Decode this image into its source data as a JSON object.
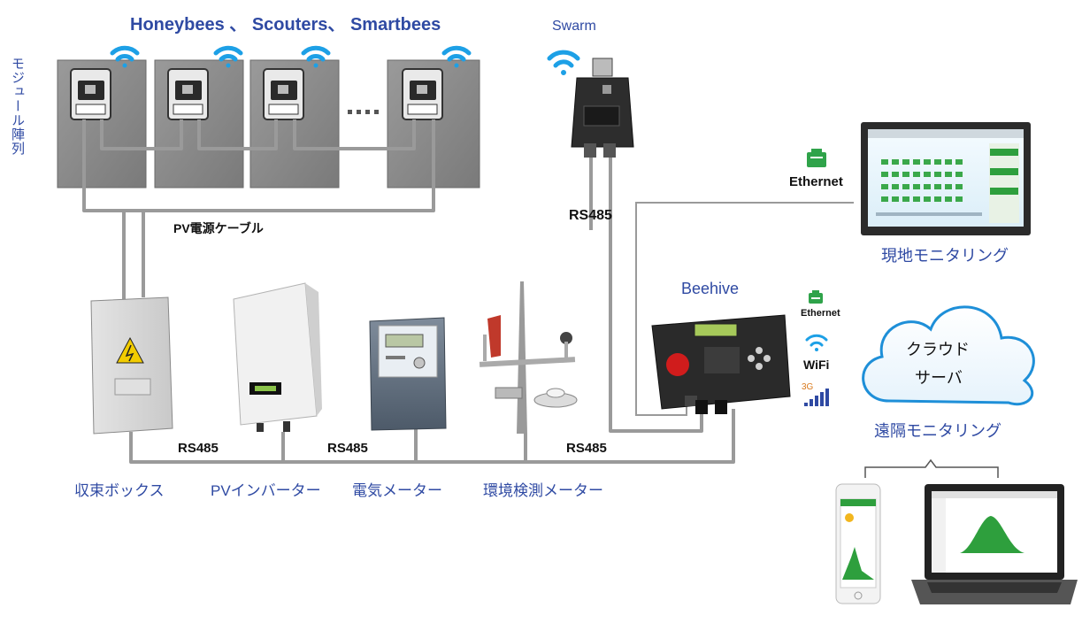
{
  "labels": {
    "module_types": "Honeybees 、 Scouters、 Smartbees",
    "array": "モジュール陣列",
    "pv_cable": "PV電源ケーブル",
    "swarm": "Swarm",
    "rs485_swarm": "RS485",
    "ethernet_main": "Ethernet",
    "local_monitoring": "現地モニタリング",
    "beehive": "Beehive",
    "ethernet_small": "Ethernet",
    "wifi": "WiFi",
    "three_g": "3G",
    "cloud_line1": "クラウド",
    "cloud_line2": "サーバ",
    "remote_monitoring": "遠隔モニタリング",
    "rs485_1": "RS485",
    "rs485_2": "RS485",
    "rs485_3": "RS485",
    "combiner_box": "収束ボックス",
    "pv_inverter": "PVインバーター",
    "electric_meter": "電気メーター",
    "env_meter": "環境検測メーター"
  },
  "colors": {
    "label_blue": "#2f4aa3",
    "wifi_blue": "#1da0e6",
    "cable_gray": "#9a9a9a",
    "panel_gray": "#8c8c8c",
    "ethernet_green": "#2fa34a",
    "screen_green": "#2e9f3d",
    "cloud_outline": "#1e8fd8"
  }
}
